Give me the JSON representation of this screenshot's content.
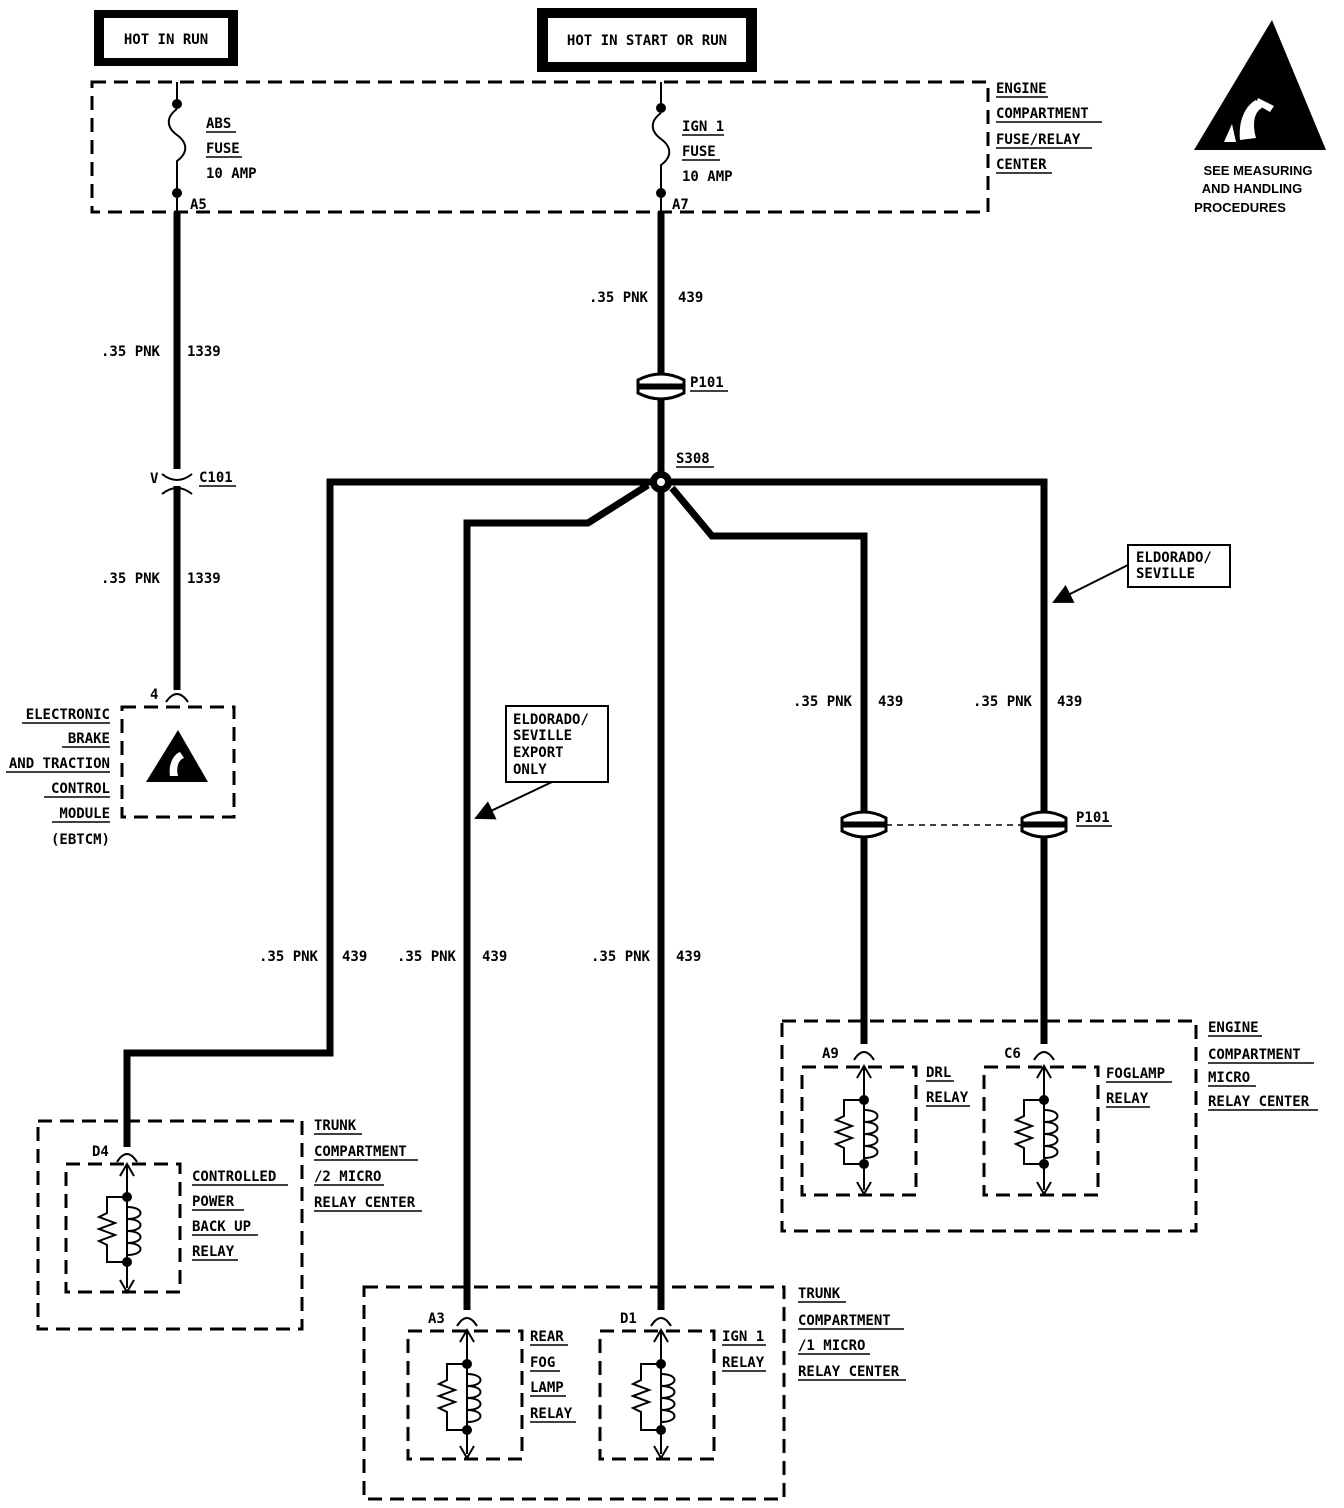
{
  "sources": {
    "hot_in_run": "HOT IN RUN",
    "hot_in_start_or_run": "HOT IN START OR RUN"
  },
  "esd_warning": {
    "line1": "SEE MEASURING",
    "line2": "AND HANDLING",
    "line3": "PROCEDURES"
  },
  "fuse_center": {
    "line1": "ENGINE",
    "line2": "COMPARTMENT",
    "line3": "FUSE/RELAY",
    "line4": "CENTER"
  },
  "abs_fuse": {
    "line1": "ABS",
    "line2": "FUSE",
    "line3": "10 AMP",
    "terminal": "A5"
  },
  "ign1_fuse": {
    "line1": "IGN 1",
    "line2": "FUSE",
    "line3": "10 AMP",
    "terminal": "A7"
  },
  "wires": {
    "w1339_top": {
      "size_color": ".35 PNK",
      "circuit": "1339"
    },
    "w1339_bottom": {
      "size_color": ".35 PNK",
      "circuit": "1339"
    },
    "w439_top": {
      "size_color": ".35 PNK",
      "circuit": "439"
    },
    "w439_left": {
      "size_color": ".35 PNK",
      "circuit": "439"
    },
    "w439_midleft": {
      "size_color": ".35 PNK",
      "circuit": "439"
    },
    "w439_center": {
      "size_color": ".35 PNK",
      "circuit": "439"
    },
    "w439_drl": {
      "size_color": ".35 PNK",
      "circuit": "439"
    },
    "w439_fog": {
      "size_color": ".35 PNK",
      "circuit": "439"
    }
  },
  "connectors": {
    "p101_top": "P101",
    "p101_right": "P101",
    "c101": "C101",
    "c101_pin": "V",
    "splice": "S308"
  },
  "ebtcm": {
    "pin": "4",
    "line1": "ELECTRONIC",
    "line2": "BRAKE",
    "line3": "AND TRACTION",
    "line4": "CONTROL",
    "line5": "MODULE",
    "line6": "(EBTCM)"
  },
  "note_export": {
    "line1": "ELDORADO/",
    "line2": "SEVILLE",
    "line3": "EXPORT",
    "line4": "ONLY"
  },
  "note_eldorado": {
    "line1": "ELDORADO/",
    "line2": "SEVILLE"
  },
  "engine_micro": {
    "line1": "ENGINE",
    "line2": "COMPARTMENT",
    "line3": "MICRO",
    "line4": "RELAY CENTER",
    "drl_pin": "A9",
    "drl_line1": "DRL",
    "drl_line2": "RELAY",
    "fog_pin": "C6",
    "fog_line1": "FOGLAMP",
    "fog_line2": "RELAY"
  },
  "trunk2": {
    "line1": "TRUNK",
    "line2": "COMPARTMENT",
    "line3": "/2 MICRO",
    "line4": "RELAY CENTER",
    "pin": "D4",
    "relay_line1": "CONTROLLED",
    "relay_line2": "POWER",
    "relay_line3": "BACK UP",
    "relay_line4": "RELAY"
  },
  "trunk1": {
    "line1": "TRUNK",
    "line2": "COMPARTMENT",
    "line3": "/1 MICRO",
    "line4": "RELAY CENTER",
    "rear_pin": "A3",
    "rear_line1": "REAR",
    "rear_line2": "FOG",
    "rear_line3": "LAMP",
    "rear_line4": "RELAY",
    "ign_pin": "D1",
    "ign_line1": "IGN 1",
    "ign_line2": "RELAY"
  }
}
